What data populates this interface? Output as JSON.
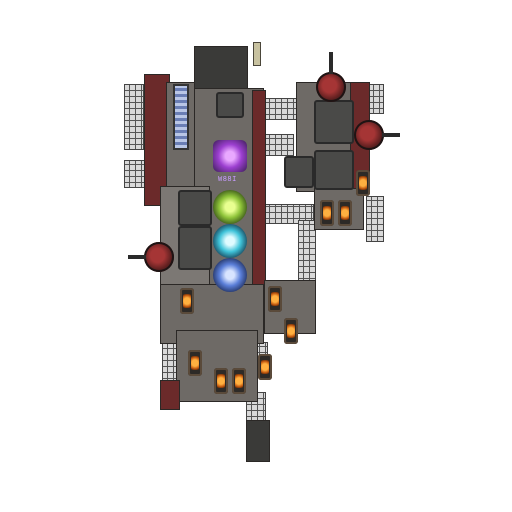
{
  "scene": {
    "type": "top-down spaceship sprite",
    "background_color": "#ffffff",
    "palette": {
      "hull_grey": "#6e6a66",
      "hull_dark": "#3a3a38",
      "hull_rust": "#6b2a2a",
      "scaffold": "#d9d9d9",
      "engine_glow": "#ffb040"
    }
  },
  "modules": {
    "reactor_pods": [
      "green",
      "cyan",
      "blue"
    ],
    "engines_count": 10,
    "turrets_count": 3,
    "crystal_label": "W88I"
  }
}
